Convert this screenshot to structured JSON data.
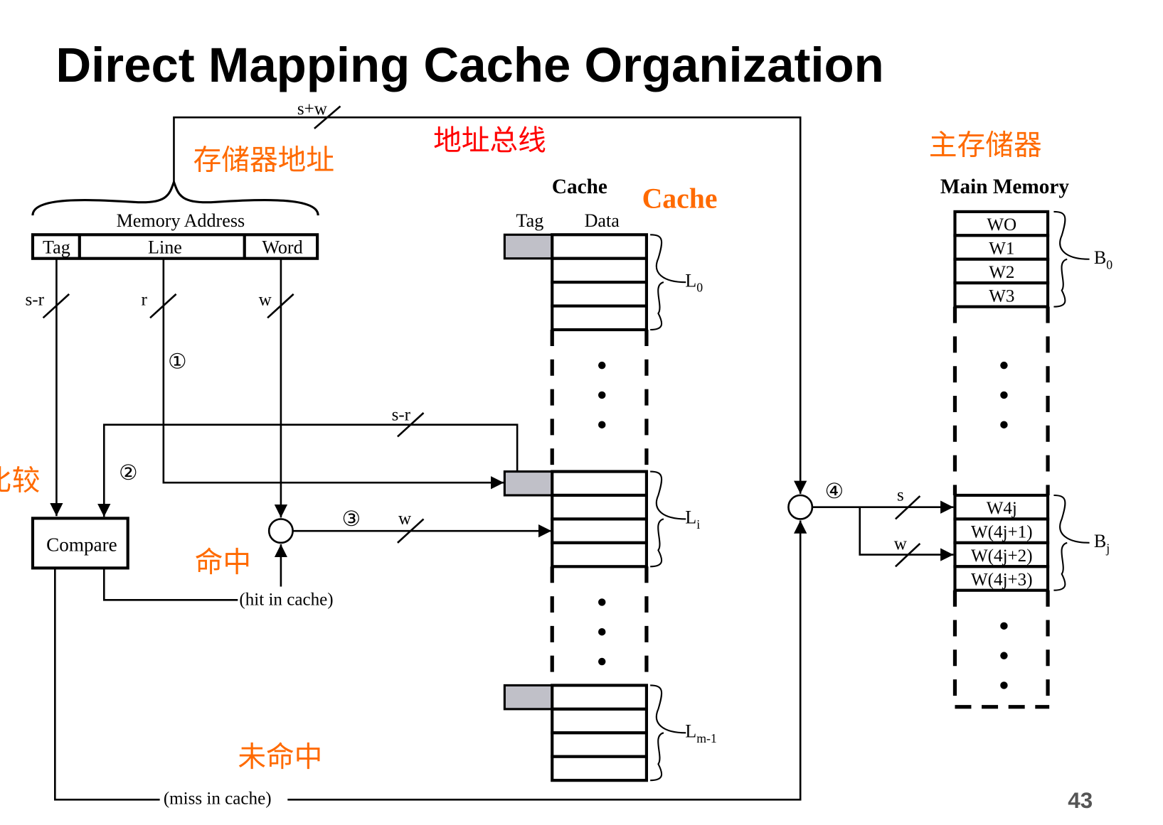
{
  "title": "Direct Mapping Cache Organization",
  "page_number": "43",
  "colors": {
    "orange": "#ff6a00",
    "red": "#ff0000",
    "tag_fill": "#c0c0c8"
  },
  "annotations": {
    "memory_address_cn": "存储器地址",
    "address_bus_cn": "地址总线",
    "cache_en": "Cache",
    "main_memory_cn": "主存储器",
    "compare_cn": "比较",
    "hit_cn": "命中",
    "miss_cn": "未命中"
  },
  "address": {
    "label": "Memory Address",
    "fields": [
      "Tag",
      "Line",
      "Word"
    ],
    "bus_width": "s+w",
    "widths": [
      "s-r",
      "r",
      "w"
    ]
  },
  "cache": {
    "header": "Cache",
    "col_tag": "Tag",
    "col_data": "Data",
    "lines": [
      "L",
      "L",
      "L"
    ],
    "line_subs": [
      "0",
      "i",
      "m-1"
    ]
  },
  "main_memory": {
    "header": "Main Memory",
    "block0_words": [
      "WO",
      "W1",
      "W2",
      "W3"
    ],
    "blockj_words": [
      "W4j",
      "W(4j+1)",
      "W(4j+2)",
      "W(4j+3)"
    ],
    "blocks": [
      "B",
      "B"
    ],
    "block_subs": [
      "0",
      "j"
    ]
  },
  "compare": "Compare",
  "hit": "(hit in cache)",
  "miss": "(miss in cache)",
  "steps": [
    "①",
    "②",
    "③",
    "④"
  ],
  "wire_labels": {
    "sr": "s-r",
    "w": "w",
    "s": "s",
    "w2": "w"
  }
}
